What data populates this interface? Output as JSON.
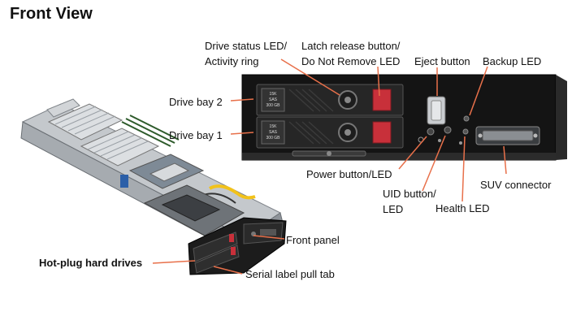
{
  "title": "Front View",
  "labels": {
    "drive_status_led": [
      "Drive status LED/",
      "Activity ring"
    ],
    "latch_release": [
      "Latch release button/",
      "Do Not Remove LED"
    ],
    "eject_button": "Eject button",
    "backup_led": "Backup LED",
    "drive_bay_2": "Drive bay 2",
    "drive_bay_1": "Drive bay 1",
    "power_button": "Power button/LED",
    "uid_button": [
      "UID button/",
      "LED"
    ],
    "health_led": "Health LED",
    "suv_connector": "SUV connector",
    "front_panel": "Front panel",
    "hot_plug_drives": "Hot-plug hard drives",
    "serial_pull_tab": "Serial label pull tab"
  },
  "drive_label": {
    "top": [
      "15K",
      "SAS",
      "300 GB"
    ],
    "bottom": [
      "15K",
      "SAS",
      "300 GB"
    ]
  },
  "colors": {
    "callout": "#e8704a",
    "latch": "#c8303a",
    "chassis": "#1a1a1a",
    "server_metal": "#b8bcc2"
  }
}
